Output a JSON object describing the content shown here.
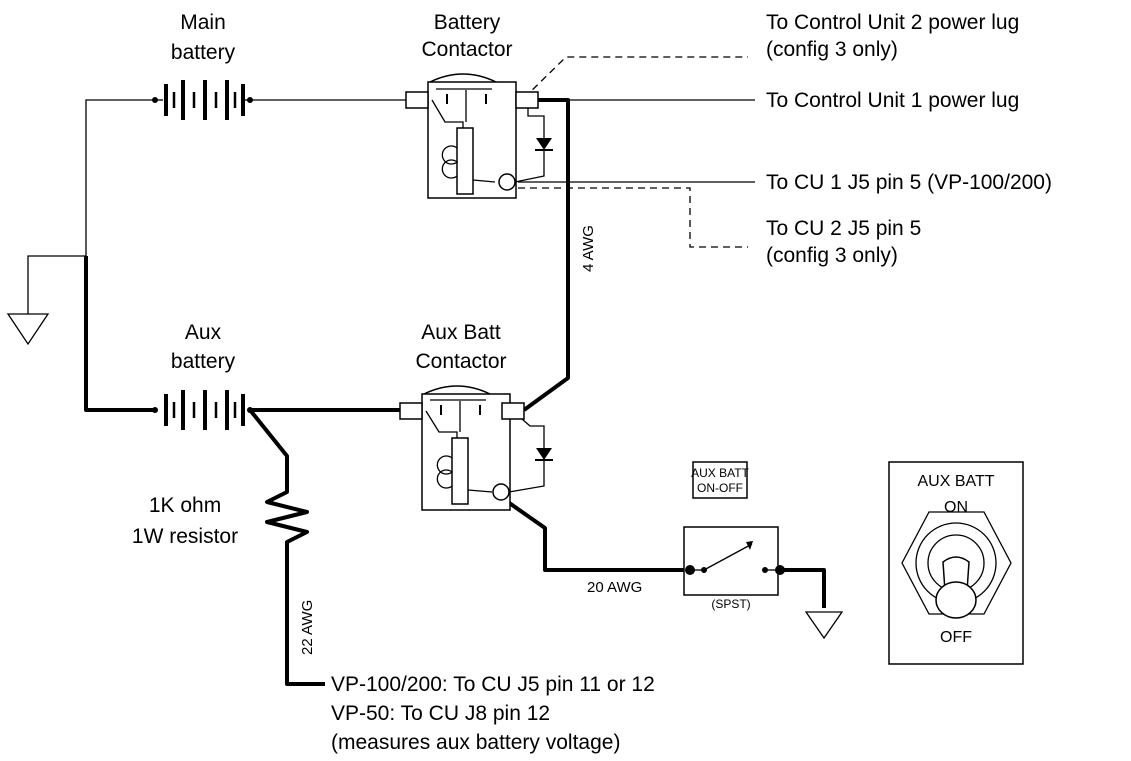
{
  "labels": {
    "main_battery_1": "Main",
    "main_battery_2": "battery",
    "battery_contactor_1": "Battery",
    "battery_contactor_2": "Contactor",
    "aux_battery_1": "Aux",
    "aux_battery_2": "battery",
    "aux_contactor_1": "Aux Batt",
    "aux_contactor_2": "Contactor",
    "resistor_1": "1K ohm",
    "resistor_2": "1W resistor"
  },
  "connections": {
    "cu2_power_1": "To Control Unit 2 power lug",
    "cu2_power_2": "(config 3 only)",
    "cu1_power": "To Control Unit 1 power lug",
    "cu1_j5": "To CU 1 J5 pin 5 (VP-100/200)",
    "cu2_j5_1": "To CU 2 J5 pin 5",
    "cu2_j5_2": "(config 3 only)",
    "sense_1": "VP-100/200: To CU J5 pin 11 or 12",
    "sense_2": "VP-50: To CU J8 pin 12",
    "sense_3": "(measures aux battery voltage)"
  },
  "wire_gauges": {
    "contactor_link": "4 AWG",
    "resistor_lead": "22 AWG",
    "switch_lead": "20 AWG"
  },
  "switch": {
    "label_1": "AUX BATT",
    "label_2": "ON-OFF",
    "type": "(SPST)"
  },
  "panel": {
    "title": "AUX BATT",
    "on": "ON",
    "off": "OFF"
  },
  "symbols": {
    "ground": "ground-icon",
    "battery": "battery-icon",
    "diode": "diode-icon",
    "resistor": "resistor-icon",
    "toggle": "toggle-switch-icon"
  }
}
